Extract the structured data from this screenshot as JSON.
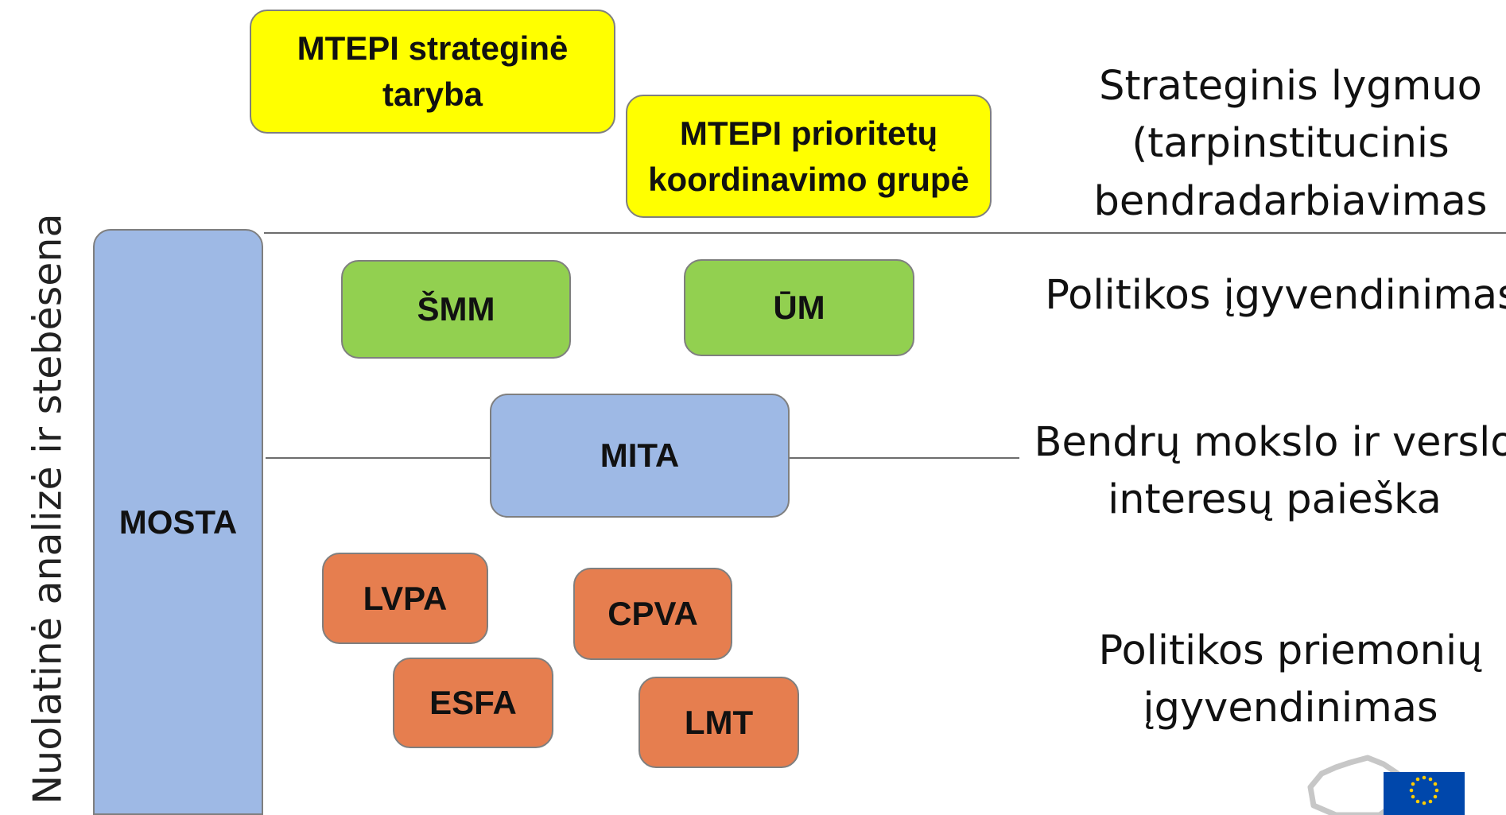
{
  "side_label": "Nuolatinė analizė ir stebėsena",
  "nodes": {
    "mtepi_taryba": "MTEPI strateginė\ntaryba",
    "mtepi_grupe": "MTEPI prioritetų\nkoordinavimo grupė",
    "smm": "ŠMM",
    "um": "ŪM",
    "mosta": "MOSTA",
    "mita": "MITA",
    "lvpa": "LVPA",
    "cpva": "CPVA",
    "esfa": "ESFA",
    "lmt": "LMT"
  },
  "levels": {
    "strategic": "Strateginis lygmuo\n(tarpinstitucinis\nbendradarbiavimas",
    "policy": "Politikos įgyvendinimas",
    "search": "Bendrų mokslo ir verslo\ninteresų paieška",
    "measures": "Politikos priemonių\nįgyvendinimas"
  },
  "colors": {
    "strategic": "#ffff00",
    "ministry": "#92d050",
    "agency_blue": "#9eb9e5",
    "agency_orange": "#e67e4f",
    "eu_flag": "#0047ab",
    "eu_stars": "#ffcc00"
  },
  "icons": [
    "lithuania-map-icon",
    "eu-flag-icon"
  ]
}
